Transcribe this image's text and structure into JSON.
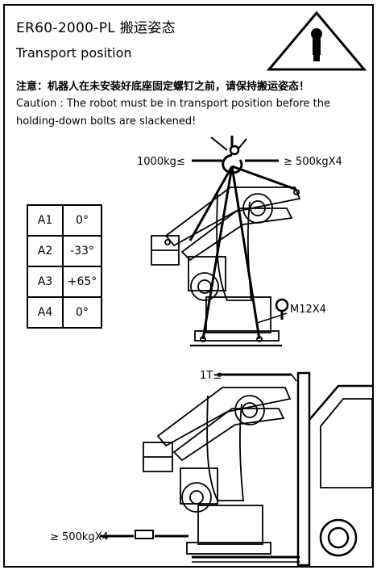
{
  "header": {
    "title": "ER60-2000-PL 搬运姿态",
    "subtitle": "Transport position"
  },
  "warning": {
    "icon": "exclamation-triangle-icon"
  },
  "notes": {
    "chinese": "注意：机器人在未安装好底座固定螺钉之前，请保持搬运姿态！",
    "caution_line1": "Caution : The robot must be in transport position before the",
    "caution_line2": "holding-down bolts are slackened!"
  },
  "axes_table": {
    "rows": [
      {
        "axis": "A1",
        "value": "0°"
      },
      {
        "axis": "A2",
        "value": "-33°"
      },
      {
        "axis": "A3",
        "value": "+65°"
      },
      {
        "axis": "A4",
        "value": "0°"
      }
    ]
  },
  "labels": {
    "crane_load": "1000kg≤",
    "sling_load": "≥  500kgX4",
    "eyebolt": "M12X4",
    "forklift_load": "1T≤",
    "fork_load": "≥  500kgX4"
  }
}
